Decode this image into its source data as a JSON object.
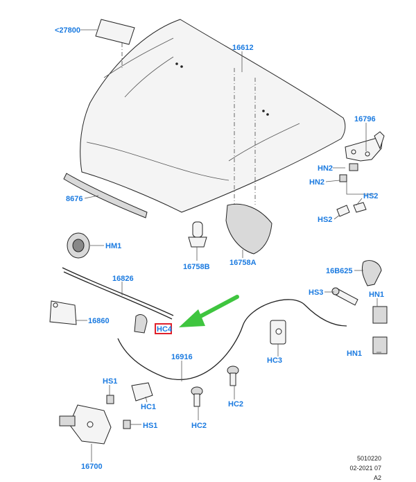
{
  "callouts": {
    "c27800": "<27800",
    "c16612": "16612",
    "c16796": "16796",
    "hn2a": "HN2",
    "hn2b": "HN2",
    "hs2a": "HS2",
    "hs2b": "HS2",
    "c8676": "8676",
    "hm1": "HM1",
    "c16758b": "16758B",
    "c16758a": "16758A",
    "c16b625": "16B625",
    "c16826": "16826",
    "hs3": "HS3",
    "hn1a": "HN1",
    "hn1b": "HN1",
    "c16860": "16860",
    "hc4": "HC4",
    "hc3": "HC3",
    "c16916": "16916",
    "hs1a": "HS1",
    "hs1b": "HS1",
    "hc1": "HC1",
    "hc2a": "HC2",
    "hc2b": "HC2",
    "c16700": "16700"
  },
  "footer": {
    "line1": "5010220",
    "line2": "02-2021 07",
    "line3": "A2"
  },
  "colors": {
    "callout": "#1a7ae0",
    "highlight": "#e0202a",
    "arrow": "#3fc53f"
  }
}
